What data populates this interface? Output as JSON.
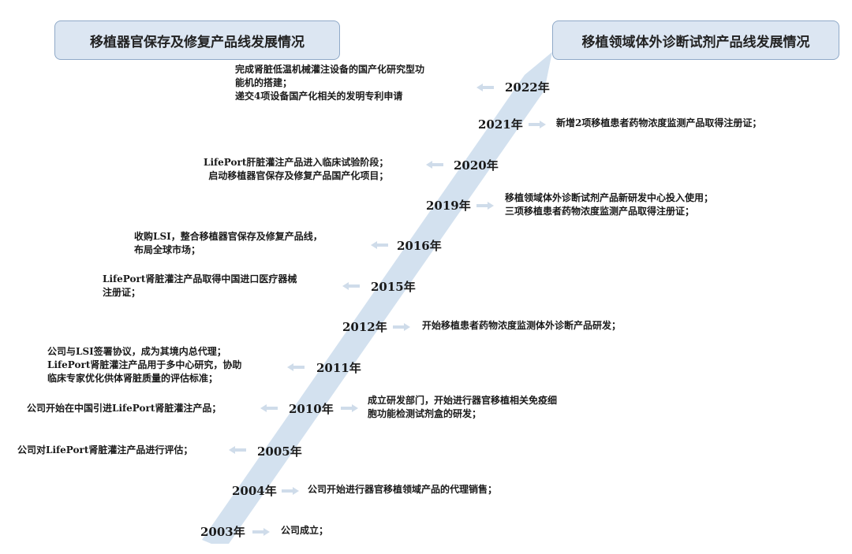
{
  "headers": {
    "left": "移植器官保存及修复产品线发展情况",
    "right": "移植领域体外诊断试剂产品线发展情况"
  },
  "timeline": [
    {
      "year": "2022年",
      "side": "left",
      "lines": [
        "完成肾脏低温机械灌注设备的国产化研究型功",
        "能机的搭建；",
        "递交4项设备国产化相关的发明专利申请"
      ]
    },
    {
      "year": "2021年",
      "side": "right",
      "lines": [
        "新增2项移植患者药物浓度监测产品取得注册证；"
      ]
    },
    {
      "year": "2020年",
      "side": "left",
      "lines": [
        "LifePort肝脏灌注产品进入临床试验阶段；",
        "启动移植器官保存及修复产品国产化项目；"
      ]
    },
    {
      "year": "2019年",
      "side": "right",
      "lines": [
        "移植领域体外诊断试剂产品新研发中心投入使用；",
        "三项移植患者药物浓度监测产品取得注册证；"
      ]
    },
    {
      "year": "2016年",
      "side": "left",
      "lines": [
        "收购LSI，整合移植器官保存及修复产品线，",
        "布局全球市场；"
      ]
    },
    {
      "year": "2015年",
      "side": "left",
      "lines": [
        "LifePort肾脏灌注产品取得中国进口医疗器械",
        "注册证；"
      ]
    },
    {
      "year": "2012年",
      "side": "right",
      "lines": [
        "开始移植患者药物浓度监测体外诊断产品研发；"
      ]
    },
    {
      "year": "2011年",
      "side": "left",
      "lines": [
        "公司与LSI签署协议，成为其境内总代理；",
        "LifePort肾脏灌注产品用于多中心研究，协助",
        "临床专家优化供体肾脏质量的评估标准；"
      ]
    },
    {
      "year": "2010年",
      "side": "both",
      "lines": [
        "公司开始在中国引进LifePort肾脏灌注产品；"
      ],
      "lines_right": [
        "成立研发部门，开始进行器官移植相关免疫细",
        "胞功能检测试剂盒的研发；"
      ]
    },
    {
      "year": "2005年",
      "side": "left",
      "lines": [
        "公司对LifePort肾脏灌注产品进行评估；"
      ]
    },
    {
      "year": "2004年",
      "side": "right",
      "lines": [
        "公司开始进行器官移植领域产品的代理销售；"
      ]
    },
    {
      "year": "2003年",
      "side": "right",
      "lines": [
        "公司成立；"
      ]
    }
  ],
  "colors": {
    "band": "#d3e1ef",
    "arrow": "#cfdcea",
    "header_bg": "#dce6f2",
    "header_border": "#8fa9c8"
  }
}
